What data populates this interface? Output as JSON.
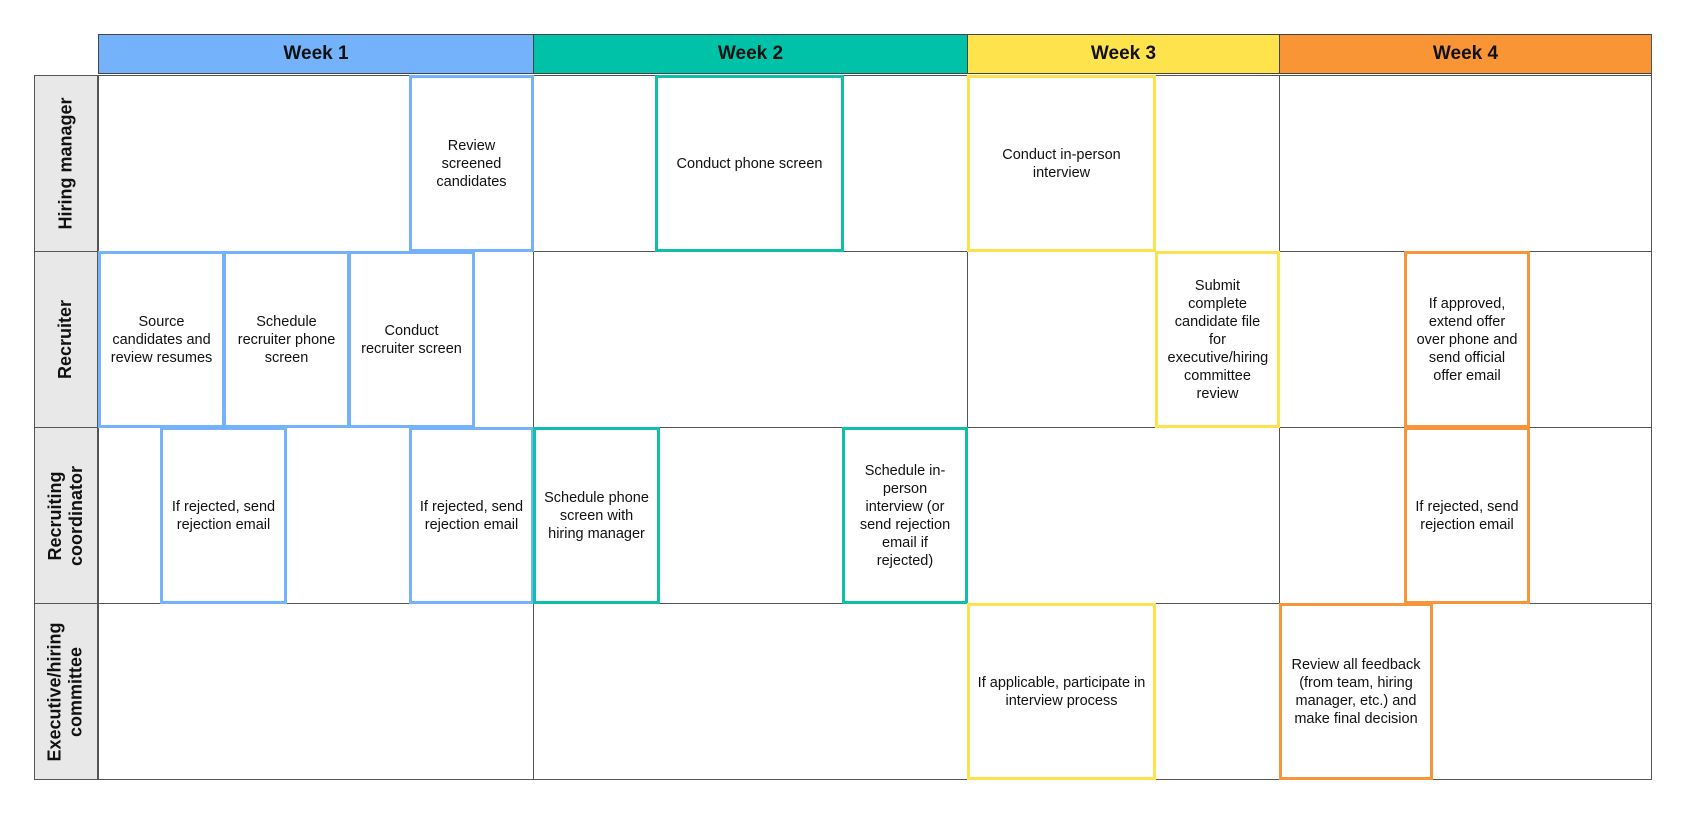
{
  "colors": {
    "week1": "#74b3fb",
    "week2": "#00c2a8",
    "week3": "#ffe34d",
    "week4": "#f99534",
    "grid": "#555555",
    "lane_header_bg": "#e8e8e8"
  },
  "weeks": [
    {
      "label": "Week 1"
    },
    {
      "label": "Week 2"
    },
    {
      "label": "Week 3"
    },
    {
      "label": "Week 4"
    }
  ],
  "lanes": [
    {
      "label": "Hiring manager"
    },
    {
      "label": "Recruiter"
    },
    {
      "label": "Recruiting coordinator"
    },
    {
      "label": "Executive/hiring committee"
    }
  ],
  "tasks": [
    {
      "text": "Review screened candidates",
      "lane": "Hiring manager",
      "week": "Week 1"
    },
    {
      "text": "Conduct phone screen",
      "lane": "Hiring manager",
      "week": "Week 2"
    },
    {
      "text": "Conduct in-person interview",
      "lane": "Hiring manager",
      "week": "Week 3"
    },
    {
      "text": "Source candidates and review resumes",
      "lane": "Recruiter",
      "week": "Week 1"
    },
    {
      "text": "Schedule recruiter phone screen",
      "lane": "Recruiter",
      "week": "Week 1"
    },
    {
      "text": "Conduct recruiter screen",
      "lane": "Recruiter",
      "week": "Week 1"
    },
    {
      "text": "Submit complete candidate file for executive/hiring committee review",
      "lane": "Recruiter",
      "week": "Week 3"
    },
    {
      "text": "If approved, extend offer over phone and send official offer email",
      "lane": "Recruiter",
      "week": "Week 4"
    },
    {
      "text": "If rejected, send rejection email",
      "lane": "Recruiting coordinator",
      "week": "Week 1"
    },
    {
      "text": "If rejected, send rejection email",
      "lane": "Recruiting coordinator",
      "week": "Week 1"
    },
    {
      "text": "Schedule phone screen with hiring manager",
      "lane": "Recruiting coordinator",
      "week": "Week 2"
    },
    {
      "text": "Schedule in-person interview (or send rejection email if rejected)",
      "lane": "Recruiting coordinator",
      "week": "Week 2"
    },
    {
      "text": "If rejected, send rejection email",
      "lane": "Recruiting coordinator",
      "week": "Week 4"
    },
    {
      "text": "If applicable, participate in interview process",
      "lane": "Executive/hiring committee",
      "week": "Week 3"
    },
    {
      "text": "Review all feedback (from team, hiring manager, etc.) and make final decision",
      "lane": "Executive/hiring committee",
      "week": "Week 4"
    }
  ]
}
